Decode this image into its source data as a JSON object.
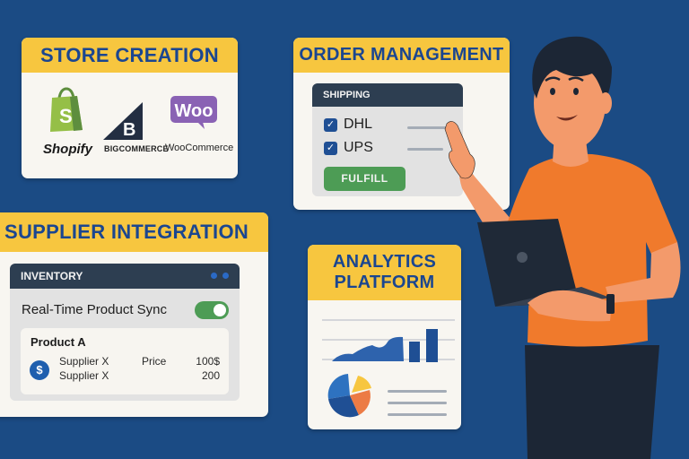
{
  "colors": {
    "background": "#1b4b84",
    "header_yellow": "#f7c63f",
    "header_text": "#1b4690",
    "card_bg": "#f8f6f1",
    "panel_head": "#2d3e51",
    "green": "#4d9c55",
    "shirt_orange": "#f07a2c"
  },
  "store_creation": {
    "title": "STORE CREATION",
    "logos": [
      {
        "name": "Shopify",
        "icon": "shopify-bag-icon"
      },
      {
        "name": "BigCommerce",
        "label": "BIGCOMMERCE",
        "icon": "bigcommerce-b-icon"
      },
      {
        "name": "WooCommerce",
        "badge": "Woo",
        "icon": "woo-bubble-icon"
      }
    ]
  },
  "order_management": {
    "title": "ORDER MANAGEMENT",
    "panel_title": "SHIPPING",
    "carriers": [
      {
        "label": "DHL",
        "checked": true
      },
      {
        "label": "UPS",
        "checked": true
      }
    ],
    "check_glyph": "✓",
    "button_label": "FULFILL"
  },
  "supplier_integration": {
    "title": "SUPPLIER INTEGRATION",
    "panel_title": "INVENTORY",
    "sync_label": "Real-Time Product Sync",
    "sync_enabled": true,
    "product": {
      "name": "Product A",
      "currency_icon": "$",
      "rows": [
        {
          "supplier": "Supplier X",
          "price_label": "Price",
          "value": "100$"
        },
        {
          "supplier": "Supplier X",
          "price_label": "",
          "value": "200"
        }
      ]
    }
  },
  "analytics_platform": {
    "title_line1": "ANALYTICS",
    "title_line2": "PLATFORM"
  }
}
